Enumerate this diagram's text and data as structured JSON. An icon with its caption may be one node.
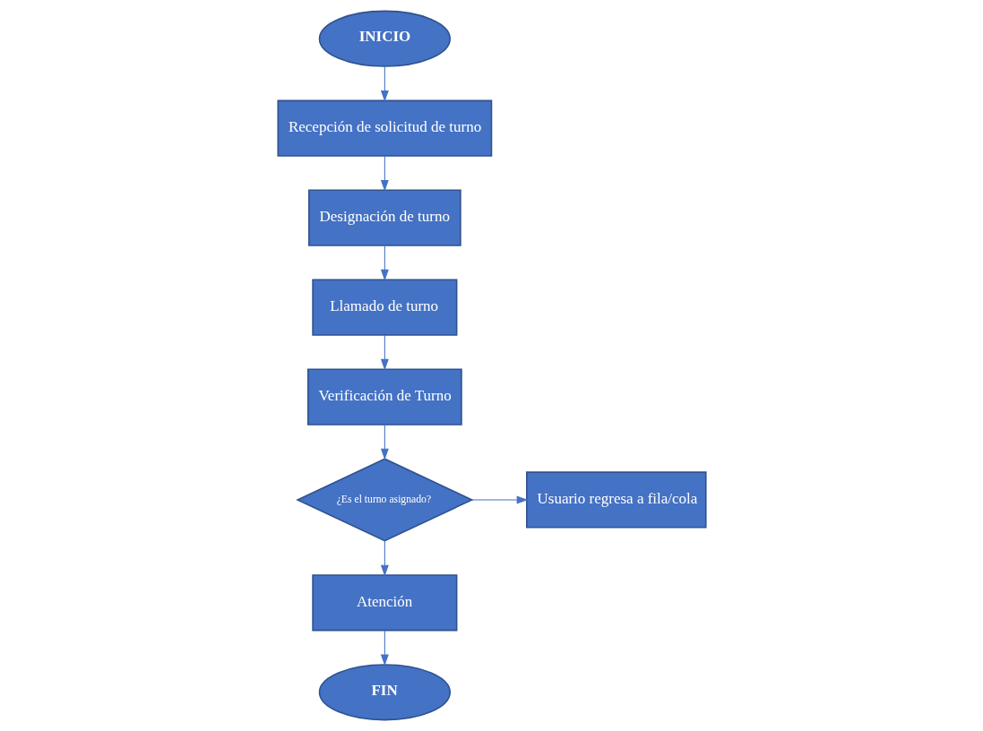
{
  "diagram": {
    "nodes": [
      {
        "text": [
          "INICIO"
        ]
      },
      {
        "text": [
          "Recepción de solicitud de turno"
        ]
      },
      {
        "text": [
          "Designación de turno"
        ]
      },
      {
        "text": [
          "Llamado de turno"
        ]
      },
      {
        "text": [
          "Verificación de Turno"
        ]
      },
      {
        "text": [
          "¿Es el turno asignado?"
        ]
      },
      {
        "text": [
          "Atención"
        ]
      },
      {
        "text": [
          "FIN"
        ]
      },
      {
        "text": [
          "Usuario regresa a fila/cola"
        ]
      }
    ],
    "edges": [
      {
        "from": 0,
        "to": 1,
        "arrow": "to"
      },
      {
        "from": 1,
        "to": 2,
        "arrow": "to"
      },
      {
        "from": 2,
        "to": 3,
        "arrow": "to"
      },
      {
        "from": 3,
        "to": 4,
        "arrow": "to"
      },
      {
        "from": 4,
        "to": 5,
        "arrow": "to"
      },
      {
        "from": 5,
        "to": 6,
        "arrow": "to"
      },
      {
        "from": 6,
        "to": 7,
        "arrow": "to"
      },
      {
        "from": 5,
        "to": 8,
        "arrow": "to"
      }
    ]
  }
}
